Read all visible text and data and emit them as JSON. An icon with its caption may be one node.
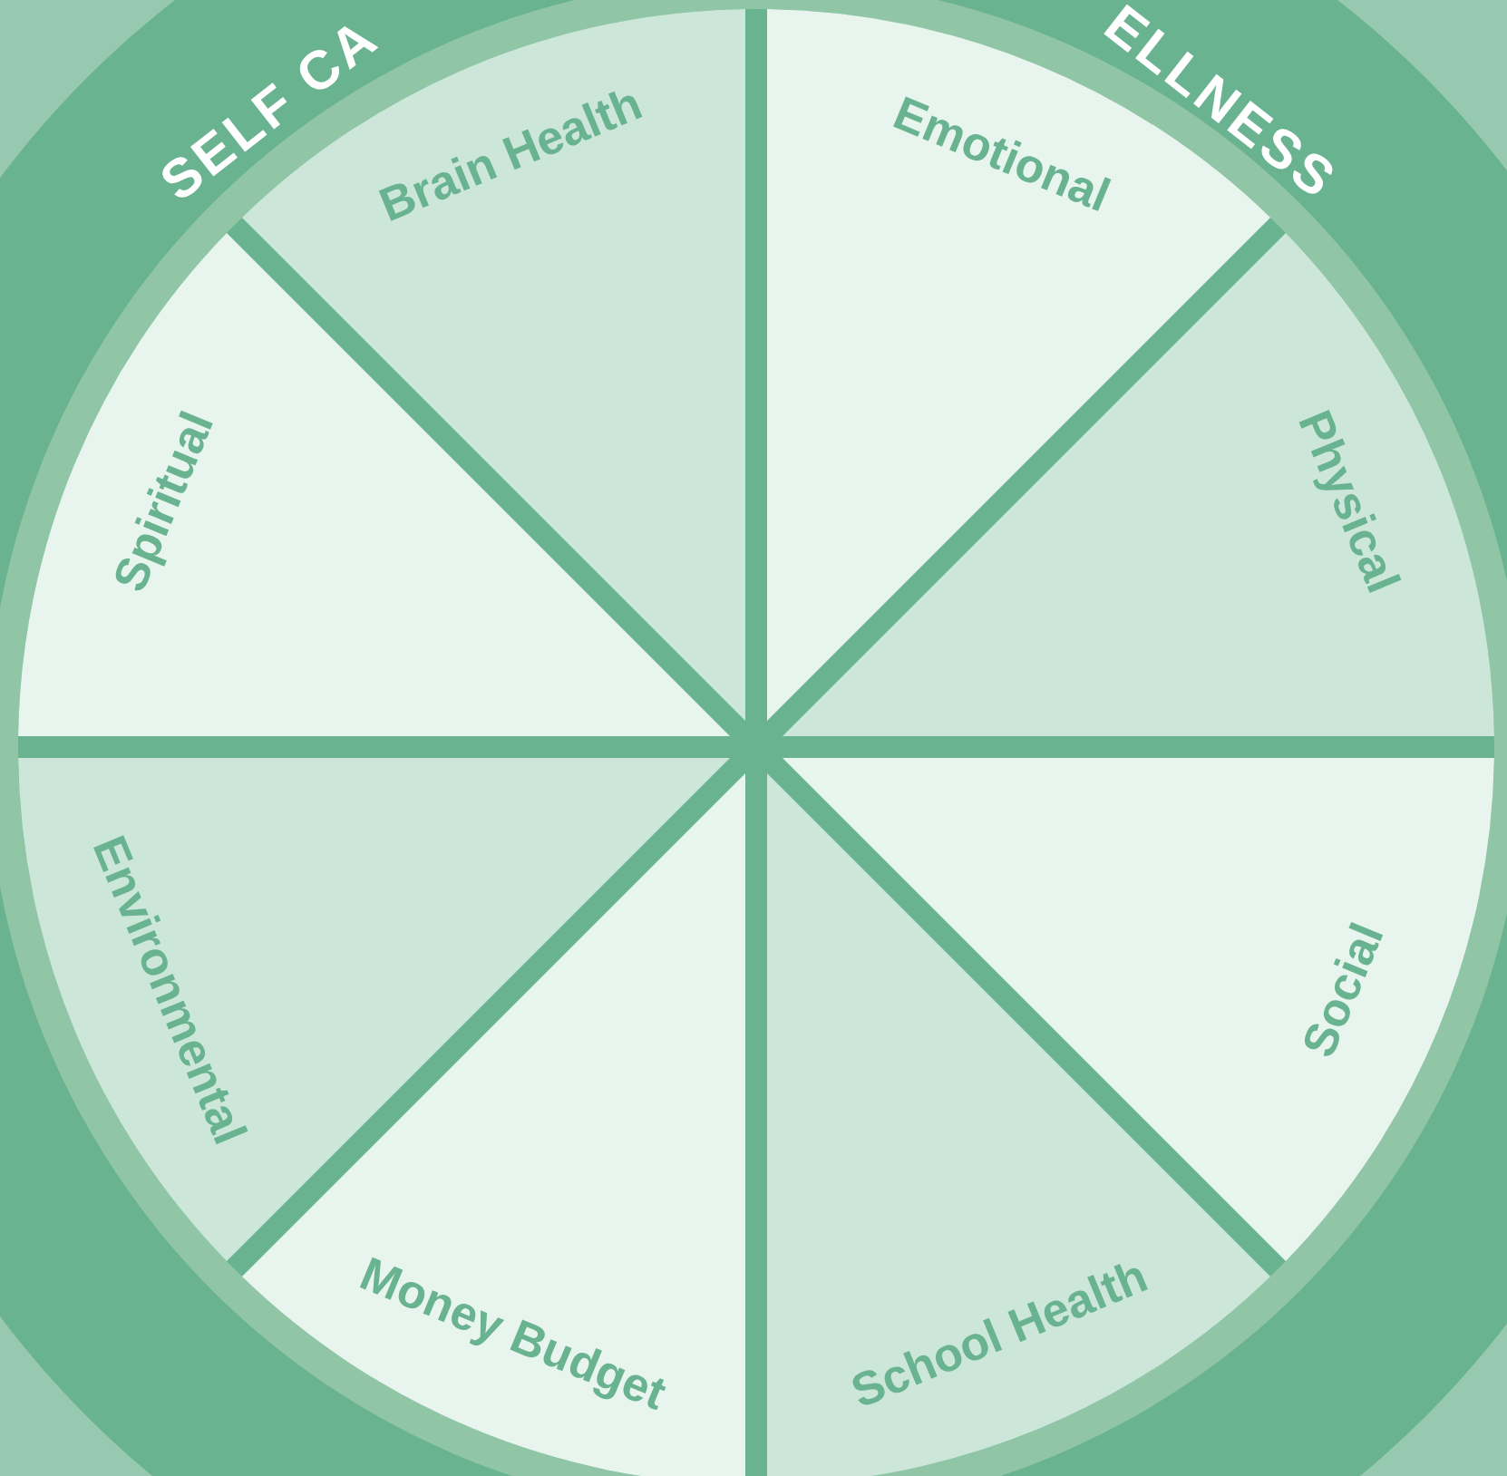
{
  "diagram": {
    "nodes": [
      {
        "text": [
          "Brain Health"
        ]
      },
      {
        "text": [
          "Emotional"
        ]
      },
      {
        "text": [
          "Spiritual"
        ]
      },
      {
        "text": [
          "Physical"
        ]
      },
      {
        "text": [
          "Environmental"
        ]
      },
      {
        "text": [
          "Social"
        ]
      },
      {
        "text": [
          "Money Budget"
        ]
      },
      {
        "text": [
          "School Health"
        ]
      }
    ],
    "labels": [
      "SELF CA",
      "ELLNESS"
    ]
  }
}
